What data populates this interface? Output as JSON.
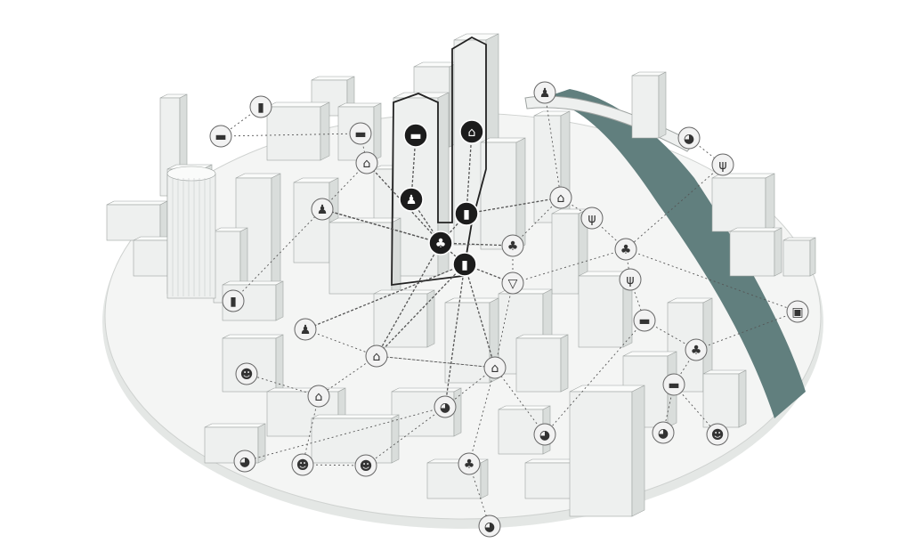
{
  "colors": {
    "background": "#ffffff",
    "disc": "#f4f5f4",
    "disc_edge": "#cfd2d0",
    "building": "#eef0ef",
    "building_shade": "#d9dddb",
    "building_stroke": "#9ea3a1",
    "river": "#617f7e",
    "node_light": "#f2f2f2",
    "node_dark": "#1c1c1c",
    "edge": "#555555"
  },
  "glyphs": {
    "bed": "▬",
    "house": "⌂",
    "person-desk": "♟",
    "bag": "▮",
    "tree": "♣",
    "palette": "◕",
    "mask": "☻",
    "fork-knife": "ψ",
    "cocktail": "▽",
    "train": "▣"
  },
  "nodes": [
    {
      "icon": "bed",
      "highlight": true
    },
    {
      "icon": "house",
      "highlight": true
    },
    {
      "icon": "person-desk",
      "highlight": true
    },
    {
      "icon": "bag",
      "highlight": true
    },
    {
      "icon": "tree",
      "highlight": true
    },
    {
      "icon": "bag",
      "highlight": true
    },
    {
      "icon": "bag",
      "highlight": false
    },
    {
      "icon": "bed",
      "highlight": false
    },
    {
      "icon": "bed",
      "highlight": false
    },
    {
      "icon": "house",
      "highlight": false
    },
    {
      "icon": "person-desk",
      "highlight": false
    },
    {
      "icon": "bag",
      "highlight": false
    },
    {
      "icon": "person-desk",
      "highlight": false
    },
    {
      "icon": "house",
      "highlight": false
    },
    {
      "icon": "house",
      "highlight": false
    },
    {
      "icon": "mask",
      "highlight": false
    },
    {
      "icon": "house",
      "highlight": false
    },
    {
      "icon": "palette",
      "highlight": false
    },
    {
      "icon": "palette",
      "highlight": false
    },
    {
      "icon": "mask",
      "highlight": false
    },
    {
      "icon": "mask",
      "highlight": false
    },
    {
      "icon": "tree",
      "highlight": false
    },
    {
      "icon": "palette",
      "highlight": false
    },
    {
      "icon": "person-desk",
      "highlight": false
    },
    {
      "icon": "house",
      "highlight": false
    },
    {
      "icon": "tree",
      "highlight": false
    },
    {
      "icon": "cocktail",
      "highlight": false
    },
    {
      "icon": "fork-knife",
      "highlight": false
    },
    {
      "icon": "tree",
      "highlight": false
    },
    {
      "icon": "fork-knife",
      "highlight": false
    },
    {
      "icon": "bed",
      "highlight": false
    },
    {
      "icon": "tree",
      "highlight": false
    },
    {
      "icon": "bed",
      "highlight": false
    },
    {
      "icon": "palette",
      "highlight": false
    },
    {
      "icon": "fork-knife",
      "highlight": false
    },
    {
      "icon": "train",
      "highlight": false
    },
    {
      "icon": "palette",
      "highlight": false
    },
    {
      "icon": "palette",
      "highlight": false
    },
    {
      "icon": "mask",
      "highlight": false
    }
  ],
  "edges": [
    [
      0,
      2
    ],
    [
      2,
      4
    ],
    [
      1,
      3
    ],
    [
      3,
      4
    ],
    [
      4,
      5
    ],
    [
      6,
      7
    ],
    [
      7,
      8
    ],
    [
      8,
      9
    ],
    [
      9,
      10
    ],
    [
      10,
      4
    ],
    [
      9,
      4
    ],
    [
      4,
      13
    ],
    [
      5,
      13
    ],
    [
      5,
      16
    ],
    [
      5,
      17
    ],
    [
      4,
      10
    ],
    [
      12,
      13
    ],
    [
      13,
      14
    ],
    [
      13,
      16
    ],
    [
      14,
      15
    ],
    [
      16,
      17
    ],
    [
      16,
      13
    ],
    [
      17,
      18
    ],
    [
      14,
      19
    ],
    [
      17,
      20
    ],
    [
      16,
      21
    ],
    [
      21,
      22
    ],
    [
      19,
      20
    ],
    [
      5,
      26
    ],
    [
      4,
      25
    ],
    [
      25,
      24
    ],
    [
      24,
      27
    ],
    [
      25,
      26
    ],
    [
      24,
      3
    ],
    [
      27,
      28
    ],
    [
      28,
      29
    ],
    [
      28,
      26
    ],
    [
      29,
      30
    ],
    [
      30,
      31
    ],
    [
      31,
      32
    ],
    [
      32,
      37
    ],
    [
      32,
      38
    ],
    [
      30,
      36
    ],
    [
      36,
      16
    ],
    [
      26,
      16
    ],
    [
      23,
      24
    ],
    [
      33,
      34
    ],
    [
      34,
      28
    ],
    [
      28,
      35
    ],
    [
      31,
      35
    ],
    [
      5,
      12
    ],
    [
      11,
      10
    ]
  ]
}
